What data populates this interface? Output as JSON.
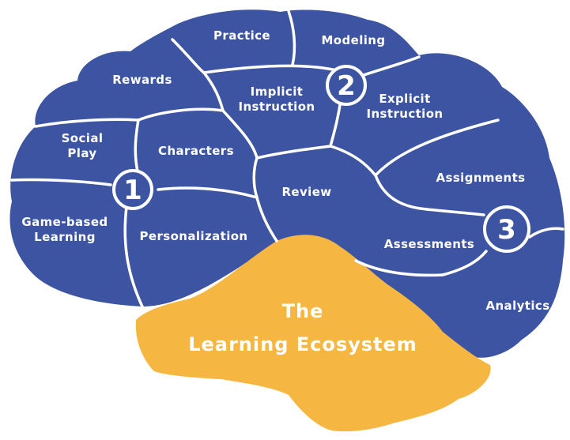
{
  "colors": {
    "lobe_blue": "#3d54a3",
    "stem_orange": "#f6b642",
    "outline": "#ffffff"
  },
  "title": {
    "line1": "The",
    "line2": "Learning Ecosystem"
  },
  "groups": [
    {
      "number": "1",
      "regions": [
        {
          "label": "Rewards"
        },
        {
          "label": "Social\nPlay"
        },
        {
          "label": "Characters"
        },
        {
          "label": "Game-based\nLearning"
        },
        {
          "label": "Personalization"
        }
      ]
    },
    {
      "number": "2",
      "regions": [
        {
          "label": "Practice"
        },
        {
          "label": "Modeling"
        },
        {
          "label": "Implicit\nInstruction"
        },
        {
          "label": "Explicit\nInstruction"
        },
        {
          "label": "Review"
        }
      ]
    },
    {
      "number": "3",
      "regions": [
        {
          "label": "Assignments"
        },
        {
          "label": "Assessments"
        },
        {
          "label": "Analytics"
        }
      ]
    }
  ]
}
